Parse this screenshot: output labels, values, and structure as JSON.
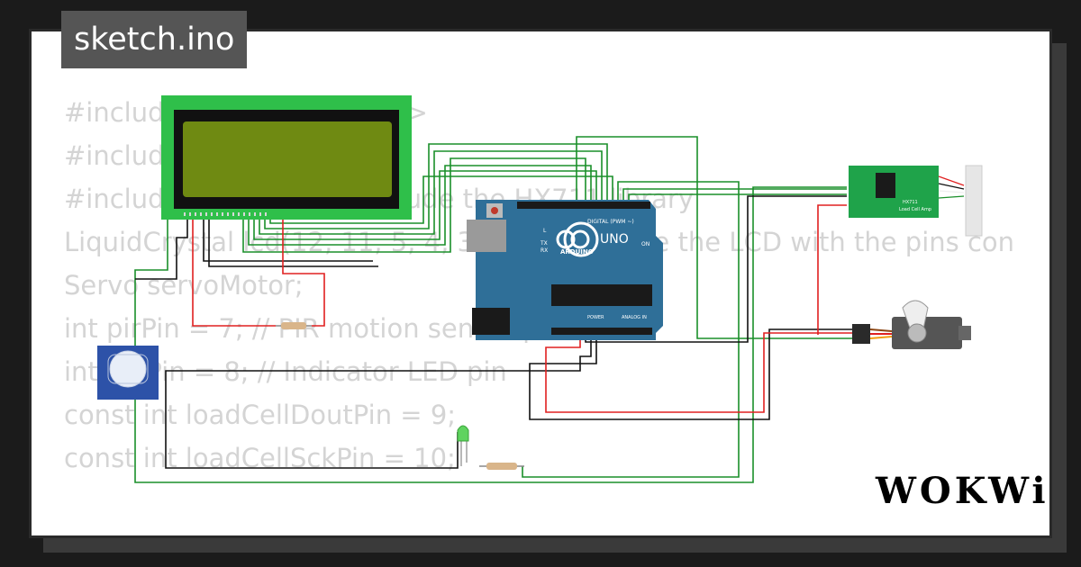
{
  "tab": {
    "label": "sketch.ino"
  },
  "code_lines": [
    "#include <LiquidCrystal.h>",
    "#include <Servo.h>",
    "#include \"HX711.h\" // Include the HX711 library",
    "",
    "LiquidCrystal lcd(12, 11, 5, 4, 3, 2); // Initialize the LCD with the pins con",
    "Servo servoMotor;",
    "int pirPin = 7; // PIR motion sensor pin",
    "int ledPin = 8; // Indicator LED pin",
    "const int loadCellDoutPin = 9;",
    "const int loadCellSckPin = 10;"
  ],
  "arduino": {
    "digital_label": "DIGITAL (PWM ~)",
    "uno_label": "UNO",
    "brand_label": "ARDUINO",
    "on_label": "ON",
    "power_label": "POWER",
    "analog_label": "ANALOG IN",
    "tx_label": "TX",
    "rx_label": "RX",
    "l_label": "L"
  },
  "hx711": {
    "label": "HX711",
    "sub_label": "Load Cell Amp"
  },
  "brand": {
    "logo": "WOKWi"
  },
  "colors": {
    "wire_green": "#1a8f2a",
    "wire_black": "#111111",
    "wire_red": "#e02020",
    "lcd_board": "#2fbf4a",
    "lcd_screen": "#6f8a12",
    "arduino_board": "#2f6f98",
    "hx711_board": "#1fa34a"
  }
}
